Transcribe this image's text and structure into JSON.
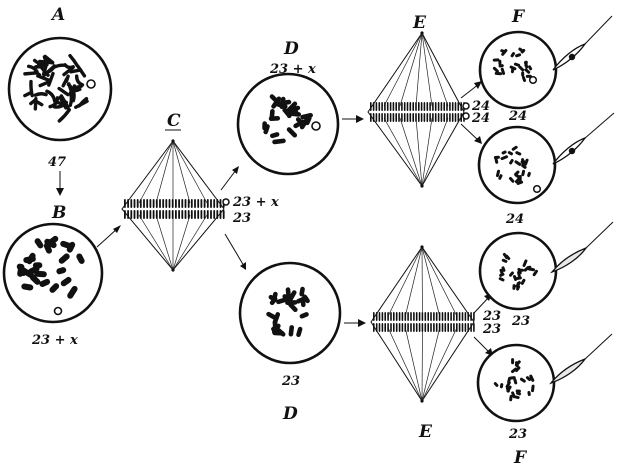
{
  "figure": {
    "labels": {
      "A": "A",
      "B": "B",
      "C": "C",
      "D_top": "D",
      "D_bottom": "D",
      "E_top": "E",
      "E_bottom": "E",
      "F_top": "F",
      "F_bottom": "F"
    },
    "counts": {
      "A": "47",
      "B": "23 + x",
      "C_top": "23 + x",
      "C_bottom": "23",
      "D_top": "23 + x",
      "D_bottom": "23",
      "E_top_1": "24",
      "E_top_2": "24",
      "E_bottom_1": "23",
      "E_bottom_2": "23",
      "F1": "24",
      "F2": "24",
      "F3": "23",
      "F4": "23"
    }
  }
}
